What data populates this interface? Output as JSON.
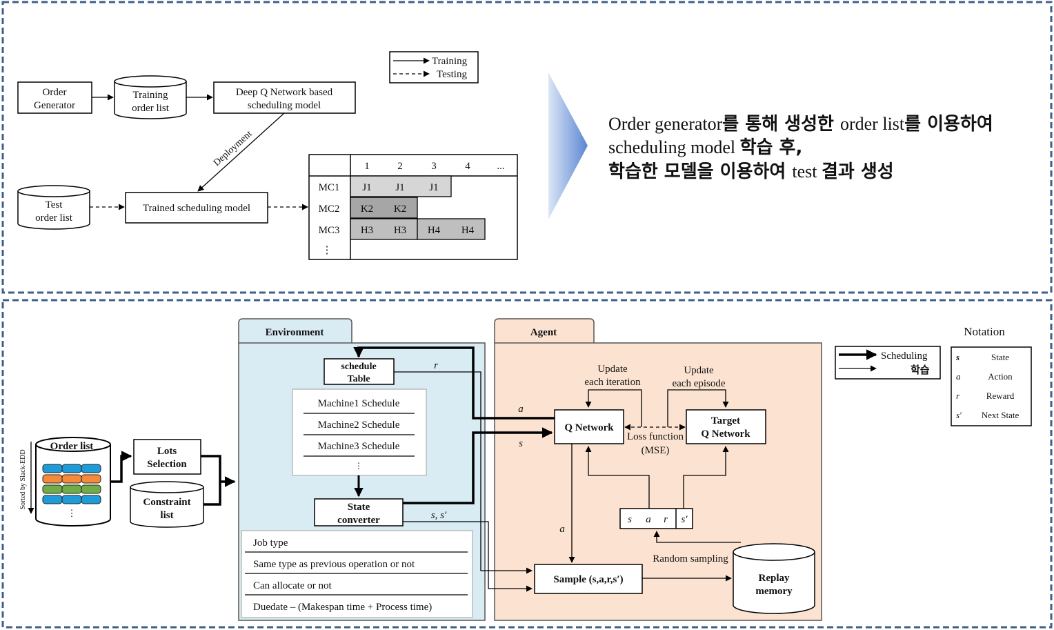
{
  "top_panel": {
    "legend": {
      "training": "Training",
      "testing": "Testing"
    },
    "order_generator": [
      "Order",
      "Generator"
    ],
    "training_order_list": [
      "Training",
      "order list"
    ],
    "dqn_model": [
      "Deep Q Network based",
      "scheduling model"
    ],
    "deployment": "Deployment",
    "test_order_list": [
      "Test",
      "order list"
    ],
    "trained_model": "Trained scheduling model",
    "gantt": {
      "columns": [
        "1",
        "2",
        "3",
        "4",
        "..."
      ],
      "rows": [
        {
          "machine": "MC1",
          "jobs": [
            "J1",
            "J1",
            "J1"
          ]
        },
        {
          "machine": "MC2",
          "jobs": [
            "K2",
            "K2"
          ]
        },
        {
          "machine": "MC3",
          "jobs": [
            "H3",
            "H3",
            "H4",
            "H4"
          ]
        }
      ],
      "more_rows": "⋮"
    },
    "description": {
      "line1": [
        {
          "t": "Order generator",
          "f": "serif"
        },
        {
          "t": "를 통해 생성한 ",
          "f": "k"
        },
        {
          "t": "order list",
          "f": "serif"
        },
        {
          "t": "를 이용하여",
          "f": "k"
        }
      ],
      "line2": [
        {
          "t": "scheduling model ",
          "f": "serif"
        },
        {
          "t": "학습 후,",
          "f": "k"
        }
      ],
      "line3": [
        {
          "t": "학습한 모델을 이용하여 ",
          "f": "k"
        },
        {
          "t": "test ",
          "f": "serif"
        },
        {
          "t": "결과 생성",
          "f": "k"
        }
      ]
    },
    "colors": {
      "border": "#3e5f8a",
      "arrow_light": "#dbe6f6",
      "arrow_dark": "#5b86d2",
      "gantt_j": "#d6d6d6",
      "gantt_k": "#a6a6a6",
      "gantt_h": "#bfbfbf"
    }
  },
  "bottom_panel": {
    "environment_tab": "Environment",
    "agent_tab": "Agent",
    "order_list": {
      "title": "Order list",
      "dots": "⋮",
      "side_label": "Sorted by Slack-EDD"
    },
    "lots_selection": [
      "Lots",
      "Selection"
    ],
    "constraint_list": [
      "Constraint",
      "list"
    ],
    "schedule_table": [
      "schedule",
      "Table"
    ],
    "machine_schedules": [
      "Machine1 Schedule",
      "Machine2 Schedule",
      "Machine3 Schedule",
      "⋮"
    ],
    "state_converter": [
      "State",
      "converter"
    ],
    "features": [
      "Job type",
      "Same type as previous operation or not",
      "Can allocate or not",
      "Duedate – (Makespan time + Process time)"
    ],
    "q_network": "Q Network",
    "target_q_network": [
      "Target",
      "Q Network"
    ],
    "update_iteration": [
      "Update",
      "each iteration"
    ],
    "update_episode": [
      "Update",
      "each episode"
    ],
    "loss_function": [
      "Loss function",
      "(MSE)"
    ],
    "tuple_cells": [
      "s",
      "a",
      "r",
      "s′"
    ],
    "random_sampling": "Random sampling",
    "sample_box": "Sample (s,a,r,s′)",
    "replay_memory": [
      "Replay",
      "memory"
    ],
    "symbol_r": "r",
    "symbol_a_top": "a",
    "symbol_s": "s",
    "symbol_ss": "s, s′",
    "symbol_a_down": "a",
    "arrow_legend": {
      "scheduling": "Scheduling",
      "learning": "학습"
    },
    "notation": {
      "title": "Notation",
      "items": [
        {
          "symbol": "s",
          "meaning": "State"
        },
        {
          "symbol": "a",
          "meaning": "Action"
        },
        {
          "symbol": "r",
          "meaning": "Reward"
        },
        {
          "symbol": "s′",
          "meaning": "Next State"
        }
      ]
    },
    "colors": {
      "env_fill": "#d9ecf4",
      "agent_fill": "#fce3d1",
      "tile_blue": "#1f9bd7",
      "tile_orange": "#f58a3a",
      "tile_green": "#70ad47"
    }
  }
}
